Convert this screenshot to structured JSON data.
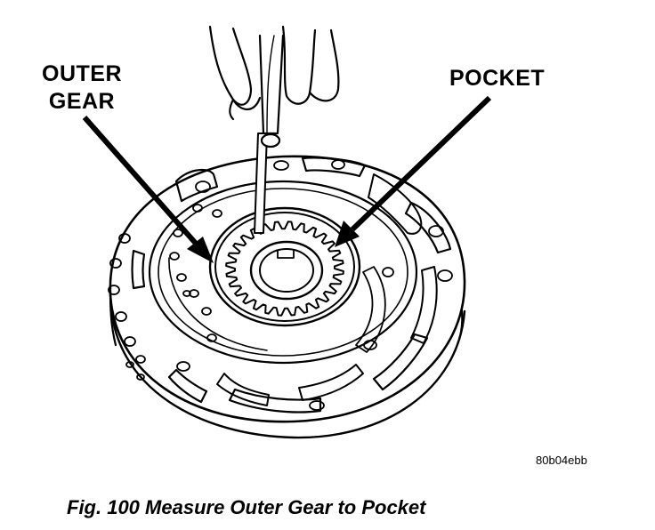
{
  "labels": {
    "outer_gear_line1": "OUTER",
    "outer_gear_line2": "GEAR",
    "pocket": "POCKET"
  },
  "figure_code": "80b04ebb",
  "caption": "Fig. 100 Measure Outer Gear to Pocket",
  "colors": {
    "ink": "#000000",
    "paper": "#ffffff"
  }
}
